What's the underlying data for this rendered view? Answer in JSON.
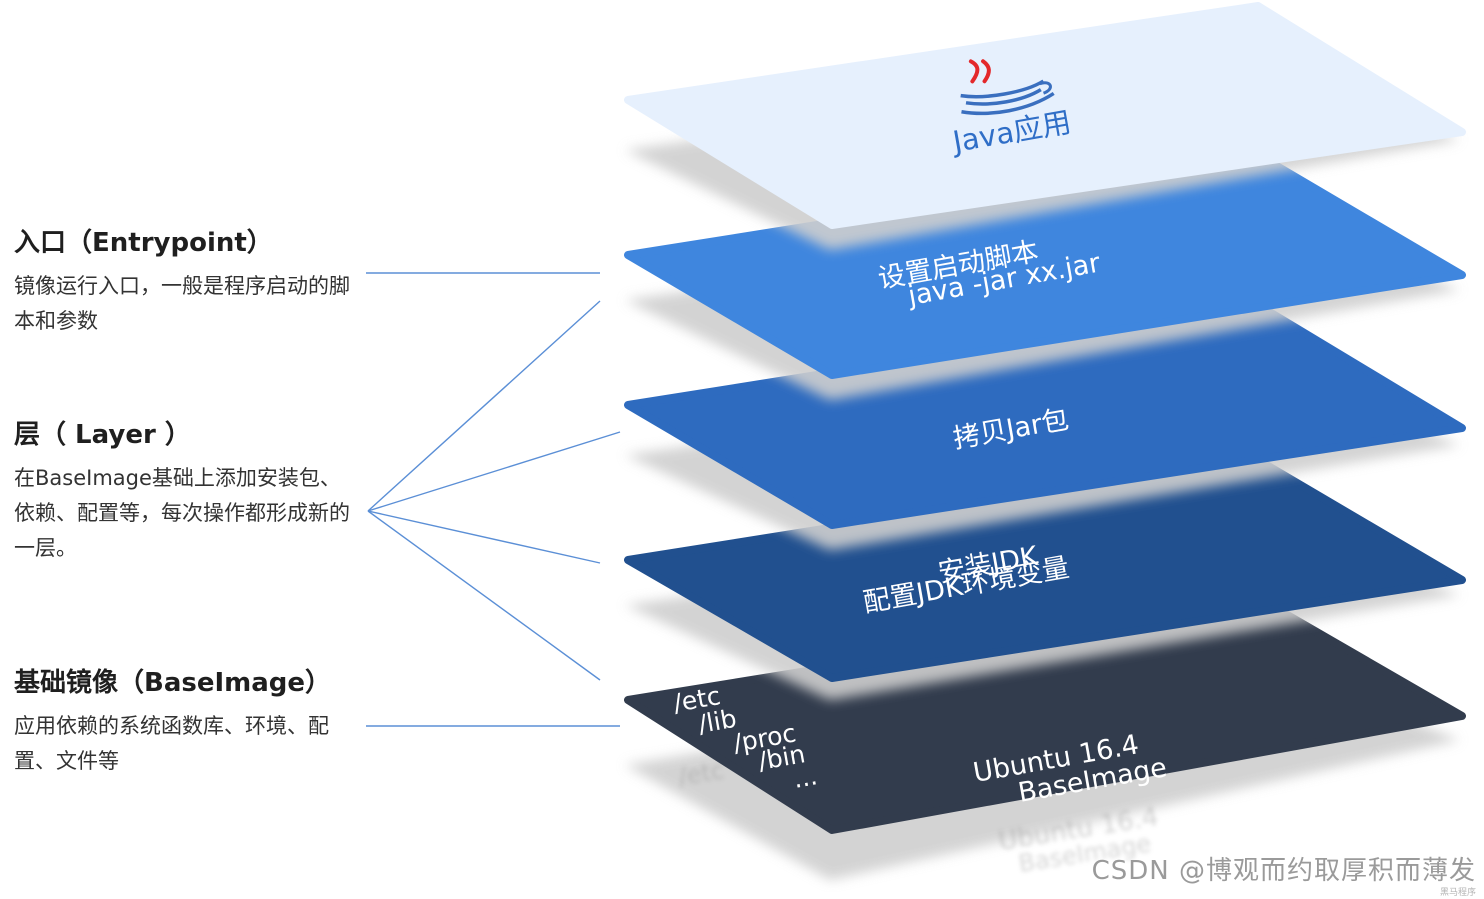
{
  "labels": {
    "entrypoint": {
      "title": "入口（Entrypoint）",
      "desc": "镜像运行入口，一般是程序启动的脚本和参数"
    },
    "layer": {
      "title": "层（ Layer ）",
      "desc": "在BaseImage基础上添加安装包、依赖、配置等，每次操作都形成新的一层。"
    },
    "baseimage": {
      "title": "基础镜像（BaseImage）",
      "desc": "应用依赖的系统函数库、环境、配置、文件等"
    }
  },
  "layers": {
    "app": {
      "line1": "Java应用",
      "color": "#e6f0fd",
      "text_color": "#2f6ec7"
    },
    "script": {
      "line1": "设置启动脚本",
      "line2": "java -jar xx.jar",
      "color": "#3f86de"
    },
    "copy": {
      "line1": "拷贝Jar包",
      "color": "#2e6bbf"
    },
    "jdk": {
      "line1": "安装JDK",
      "line2": "配置JDK环境变量",
      "color": "#21508f"
    },
    "base": {
      "color": "#323c4d",
      "paths": [
        "/etc",
        "/lib",
        "/proc",
        "/bin",
        "..."
      ],
      "line1": "Ubuntu 16.4",
      "line2": "BaseImage"
    }
  },
  "colors": {
    "connector": "#5b8fd6",
    "shadow": "#c7c7c7"
  },
  "icons": {
    "app_logo": "java-cup-icon"
  },
  "watermark": {
    "text": "CSDN @博观而约取厚积而薄发",
    "sub": "黑马程序"
  }
}
